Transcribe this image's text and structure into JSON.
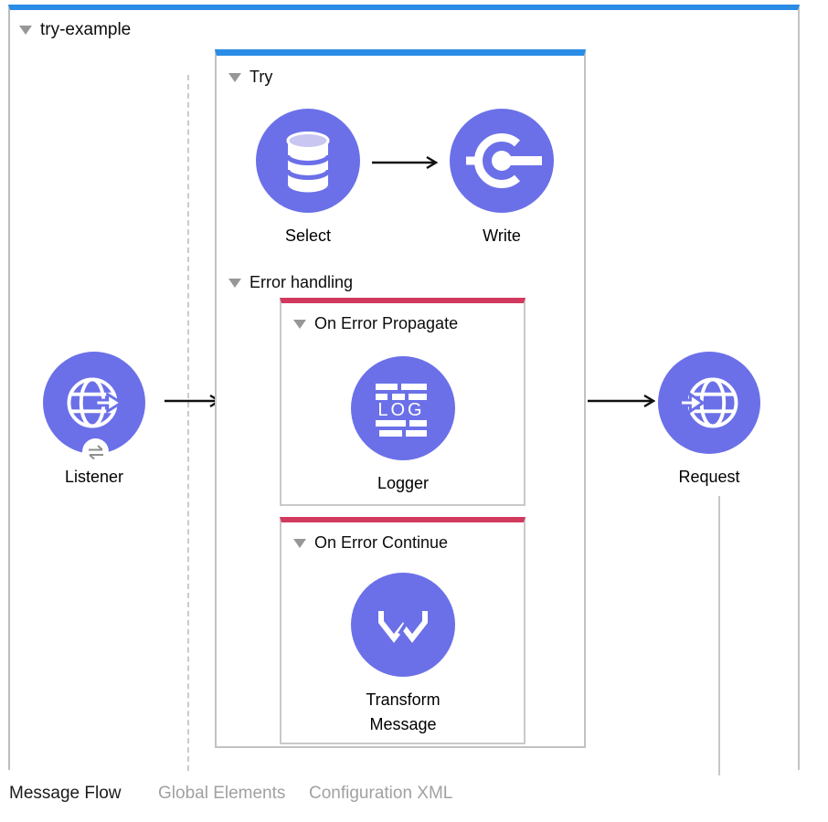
{
  "flow": {
    "title": "try-example"
  },
  "scopes": {
    "try": {
      "label": "Try"
    },
    "error_handling": {
      "label": "Error handling"
    },
    "on_error_propagate": {
      "label": "On Error Propagate"
    },
    "on_error_continue": {
      "label": "On Error Continue"
    }
  },
  "nodes": {
    "listener": {
      "label": "Listener"
    },
    "select": {
      "label": "Select"
    },
    "write": {
      "label": "Write"
    },
    "logger": {
      "label": "Logger",
      "icon_text": "LOG"
    },
    "transform_message": {
      "label_line1": "Transform",
      "label_line2": "Message"
    },
    "request": {
      "label": "Request"
    }
  },
  "tabs": [
    {
      "label": "Message Flow",
      "active": true
    },
    {
      "label": "Global Elements",
      "active": false
    },
    {
      "label": "Configuration XML",
      "active": false
    }
  ],
  "colors": {
    "node_purple": "#6b70e8",
    "selected_flow_blue": "#2a8ce4",
    "error_scope_red": "#d13a5e",
    "db_top_lavender": "#c9c7f1"
  }
}
